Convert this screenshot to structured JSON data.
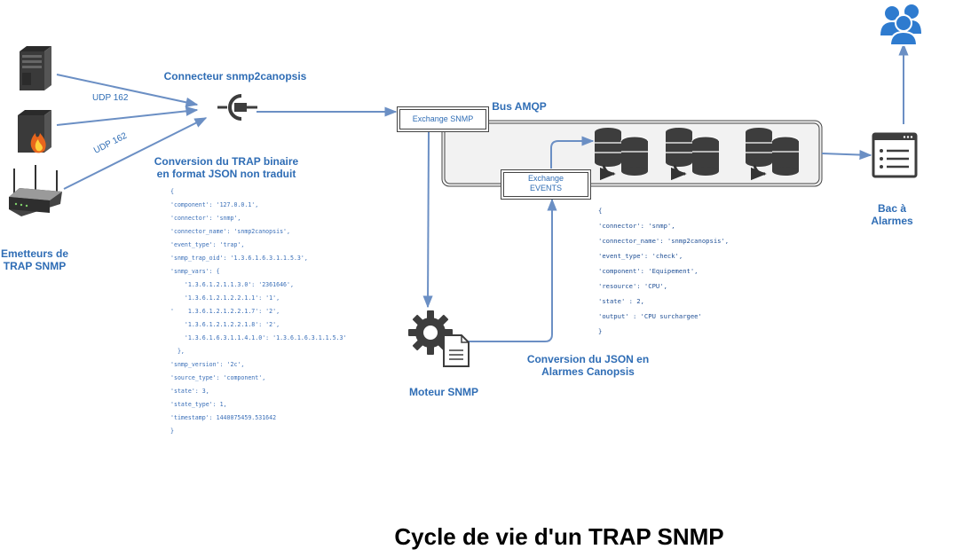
{
  "labels": {
    "connector": "Connecteur snmp2canopsis",
    "bus": "Bus AMQP",
    "conversion_trap_l1": "Conversion du TRAP binaire",
    "conversion_trap_l2": "en format JSON non traduit",
    "emitters_l1": "Emetteurs de",
    "emitters_l2": "TRAP SNMP",
    "engine": "Moteur SNMP",
    "conversion_json_l1": "Conversion du JSON en",
    "conversion_json_l2": "Alarmes Canopsis",
    "bac_l1": "Bac à",
    "bac_l2": "Alarmes",
    "udp1": "UDP 162",
    "udp2": "UDP 162"
  },
  "exchanges": {
    "snmp": "Exchange SNMP",
    "events_l1": "Exchange",
    "events_l2": "EVENTS"
  },
  "json_raw": [
    "{",
    "'component': '127.0.0.1',",
    "'connector': 'snmp',",
    "'connector_name': 'snmp2canopsis',",
    "'event_type': 'trap',",
    "'snmp_trap_oid': '1.3.6.1.6.3.1.1.5.3',",
    "'snmp_vars': {",
    "    '1.3.6.1.2.1.1.3.0': '2361646',",
    "    '1.3.6.1.2.1.2.2.1.1': '1',",
    "'    1.3.6.1.2.1.2.2.1.7': '2',",
    "    '1.3.6.1.2.1.2.2.1.8': '2',",
    "    '1.3.6.1.6.3.1.1.4.1.0': '1.3.6.1.6.3.1.1.5.3'",
    "  },",
    "'snmp_version': '2c',",
    "'source_type': 'component',",
    "'state': 3,",
    "'state_type': 1,",
    "'timestamp': 1440075459.531642",
    "}"
  ],
  "json_alarm": [
    "{",
    "'connector': 'snmp',",
    "'connector_name': 'snmp2canopsis',",
    "'event_type': 'check',",
    "'component': 'Equipement',",
    "'resource': 'CPU',",
    "'state' : 2,",
    "'output' : 'CPU surchargee'",
    "}"
  ],
  "title": "Cycle de vie d'un TRAP SNMP",
  "colors": {
    "arrow": "#6b8fc4",
    "label": "#2f6db5",
    "icon_dark": "#3d3d3d",
    "users": "#2e7bcf"
  },
  "icons": [
    "server-icon",
    "firewall-icon",
    "router-icon",
    "plug-icon",
    "database-icon",
    "gear-icon",
    "document-icon",
    "list-icon",
    "users-icon"
  ]
}
